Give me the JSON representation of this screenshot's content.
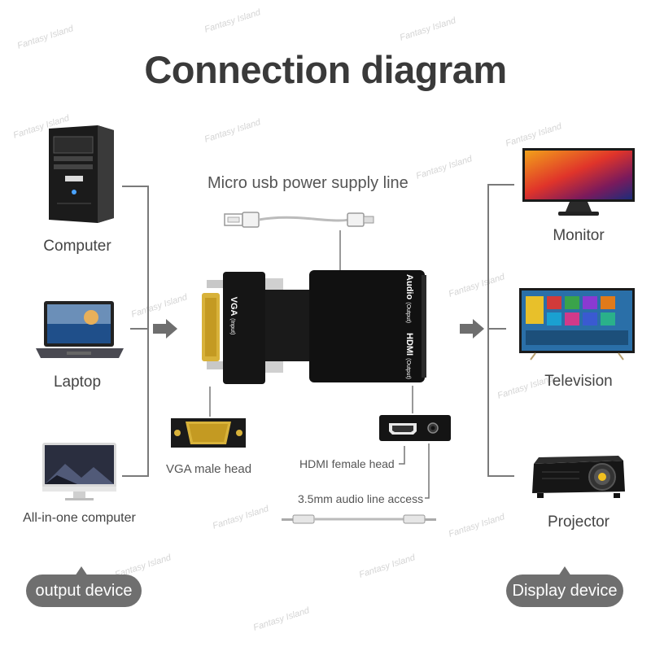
{
  "title": "Connection diagram",
  "power_line_label": "Micro usb power supply line",
  "inputs": [
    {
      "label": "Computer",
      "icon": "desktop-tower-icon"
    },
    {
      "label": "Laptop",
      "icon": "laptop-icon"
    },
    {
      "label": "All-in-one computer",
      "icon": "all-in-one-icon"
    }
  ],
  "outputs": [
    {
      "label": "Monitor",
      "icon": "monitor-icon"
    },
    {
      "label": "Television",
      "icon": "television-icon"
    },
    {
      "label": "Projector",
      "icon": "projector-icon"
    }
  ],
  "adapter": {
    "vga_port_label": "VGA",
    "vga_port_sub": "(Input)",
    "audio_port_label": "Audio",
    "audio_port_sub": "(Output)",
    "hdmi_port_label": "HDMI",
    "hdmi_port_sub": "(Output)"
  },
  "callouts": {
    "vga": "VGA male head",
    "hdmi": "HDMI female head",
    "audio": "3.5mm audio line access"
  },
  "badges": {
    "left": "output device",
    "right": "Display device"
  },
  "watermark": "Fantasy Island",
  "colors": {
    "bracket": "#7a7a7a",
    "arrow": "#6e6e6e",
    "adapter_body": "#111111",
    "vga_gold": "#d8b23a",
    "pill_bg": "#6f6f6f"
  }
}
